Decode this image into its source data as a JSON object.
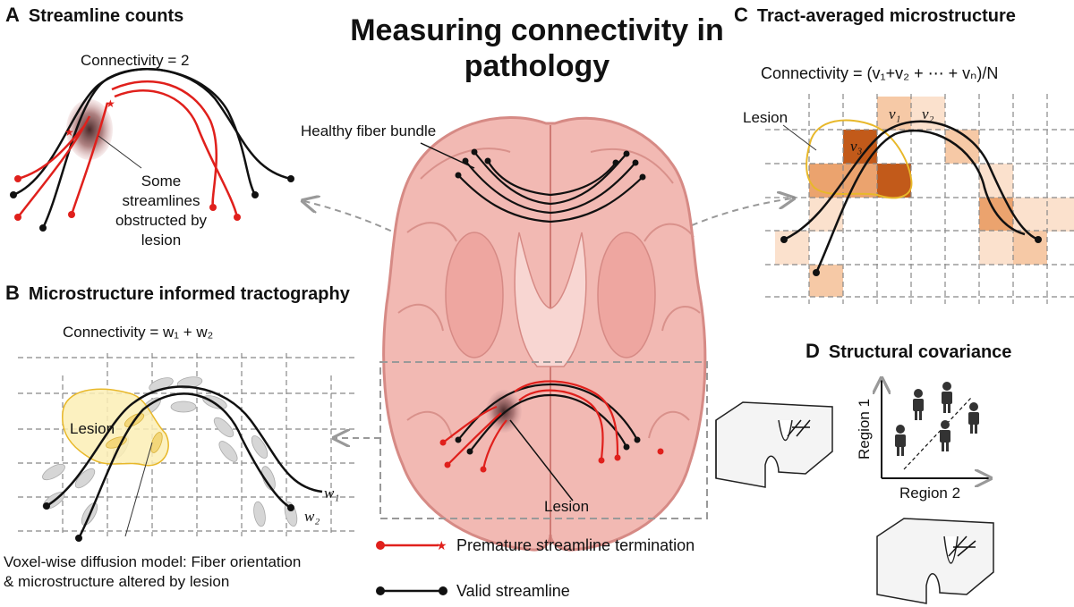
{
  "main_title": "Measuring connectivity in pathology",
  "panel_a": {
    "letter": "A",
    "title": "Streamline counts",
    "formula": "Connectivity = 2",
    "annotation_lines": [
      "Some",
      "streamlines",
      "obstructed by",
      "lesion"
    ]
  },
  "panel_b": {
    "letter": "B",
    "title": "Microstructure informed tractography",
    "formula": "Connectivity = w₁ + w₂",
    "lesion_label": "Lesion",
    "w1_label": "w₁",
    "w2_label": "w₂",
    "caption_lines": [
      "Voxel-wise diffusion model: Fiber orientation",
      "& microstructure altered by lesion"
    ]
  },
  "panel_c": {
    "letter": "C",
    "title": "Tract-averaged microstructure",
    "formula": "Connectivity = (v₁+v₂ + ⋯ + vₙ)/N",
    "lesion_label": "Lesion",
    "v1_label": "v₁",
    "v2_label": "v₂",
    "v3_label": "v₃"
  },
  "panel_d": {
    "letter": "D",
    "title": "Structural covariance",
    "y_axis_label": "Region 1",
    "x_axis_label": "Region 2"
  },
  "center": {
    "healthy_label": "Healthy fiber bundle",
    "lesion_label": "Lesion"
  },
  "legend": {
    "premature_label": "Premature streamline termination",
    "valid_label": "Valid streamline"
  },
  "colors": {
    "red_streamline": "#e0201c",
    "black_streamline": "#111111",
    "lesion_fill": "#fbeeb5",
    "lesion_edge": "#e8b82a",
    "brain_fill": "#f2b9b3",
    "grid": "#888888"
  }
}
